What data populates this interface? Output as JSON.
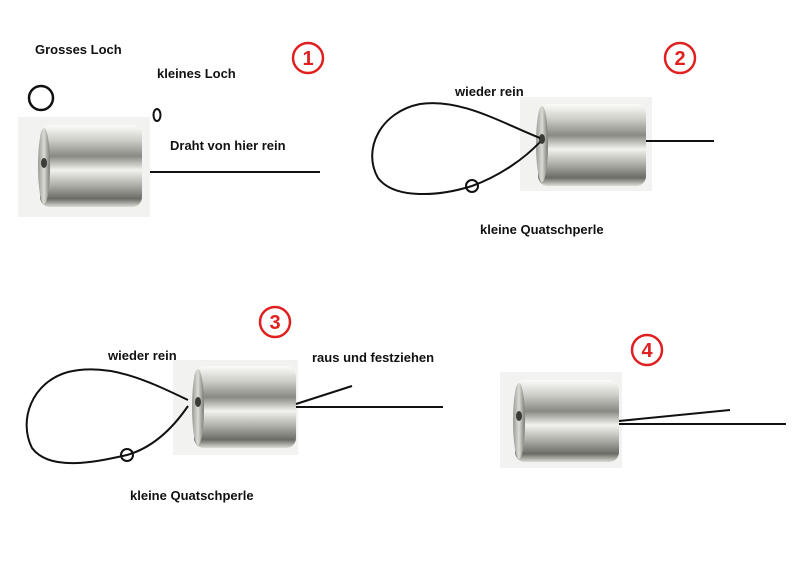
{
  "colors": {
    "accent_red": "#e02020",
    "wire": "#111111",
    "bead_light": "#e8e8e4",
    "bead_dark": "#6c6c66"
  },
  "step1": {
    "number": "1",
    "label_big_hole": "Grosses Loch",
    "label_small_hole": "kleines Loch",
    "label_wire_in": "Draht von hier rein"
  },
  "step2": {
    "number": "2",
    "label_back_in": "wieder rein",
    "label_squash_bead": "kleine Quatschperle"
  },
  "step3": {
    "number": "3",
    "label_back_in": "wieder rein",
    "label_pull_tight": "raus und festziehen",
    "label_squash_bead": "kleine Quatschperle"
  },
  "step4": {
    "number": "4"
  }
}
